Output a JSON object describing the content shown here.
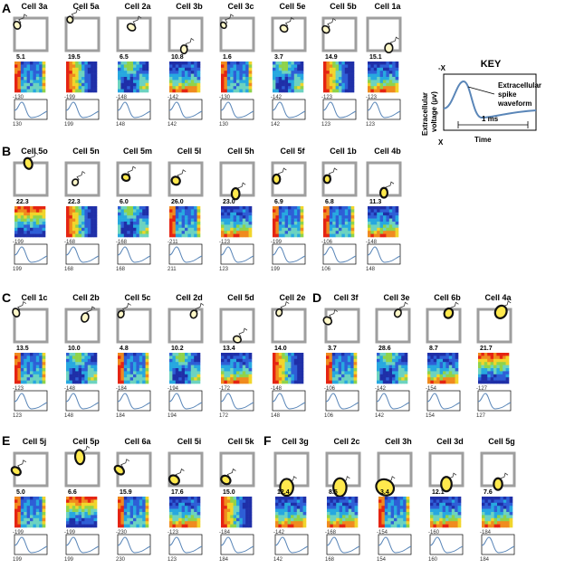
{
  "colors": {
    "arena_border": "#9e9e9e",
    "cell_fill": "#ffe94d",
    "cell_stroke": "#111111",
    "waveform": "#5a86b8",
    "ratemap_low": "#1f2fa8",
    "ratemap_high": "#e52412"
  },
  "icons": [
    "arena-icon",
    "place-cell-blob-icon",
    "electrode-tetrode-icon",
    "rate-map-icon",
    "waveform-icon"
  ],
  "panels": [
    {
      "label": "A",
      "cells": [
        {
          "name": "Cell 3a",
          "rate": "5.1",
          "wmin": "-130",
          "wmax": "130",
          "blob": [
            0.08,
            0.22,
            0.1,
            0.12,
            -0.5,
            0
          ],
          "pat": 3
        },
        {
          "name": "Cell 5a",
          "rate": "19.5",
          "wmin": "-199",
          "wmax": "199",
          "blob": [
            0.12,
            0.05,
            0.09,
            0.1,
            -0.3,
            0
          ],
          "pat": 1
        },
        {
          "name": "Cell 2a",
          "rate": "6.5",
          "wmin": "-148",
          "wmax": "148",
          "blob": [
            0.42,
            0.28,
            0.13,
            0.1,
            0.5,
            0
          ],
          "pat": 2
        },
        {
          "name": "Cell 3b",
          "rate": "10.8",
          "wmin": "-142",
          "wmax": "142",
          "blob": [
            0.45,
            0.96,
            0.1,
            0.13,
            0,
            0
          ],
          "pat": 4
        },
        {
          "name": "Cell 3c",
          "rate": "1.6",
          "wmin": "-130",
          "wmax": "130",
          "blob": [
            0.08,
            0.22,
            0.08,
            0.1,
            -0.6,
            0
          ],
          "pat": 3
        },
        {
          "name": "Cell 5e",
          "rate": "3.7",
          "wmin": "-142",
          "wmax": "142",
          "blob": [
            0.35,
            0.32,
            0.12,
            0.1,
            0.6,
            0
          ],
          "pat": 2
        },
        {
          "name": "Cell 5b",
          "rate": "14.9",
          "wmin": "-123",
          "wmax": "123",
          "blob": [
            0.08,
            0.35,
            0.1,
            0.12,
            -0.8,
            0
          ],
          "pat": 1
        },
        {
          "name": "Cell 1a",
          "rate": "15.1",
          "wmin": "-123",
          "wmax": "123",
          "blob": [
            0.65,
            0.92,
            0.12,
            0.14,
            0,
            0
          ],
          "pat": 4
        }
      ]
    },
    {
      "label": "B",
      "cells": [
        {
          "name": "Cell 5o",
          "rate": "22.3",
          "wmin": "-199",
          "wmax": "199",
          "blob": [
            0.42,
            0.02,
            0.12,
            0.17,
            -0.3,
            1
          ],
          "pat": 5
        },
        {
          "name": "Cell 5n",
          "rate": "22.3",
          "wmin": "-168",
          "wmax": "168",
          "blob": [
            0.28,
            0.6,
            0.09,
            0.1,
            0.4,
            0
          ],
          "pat": 1
        },
        {
          "name": "Cell 5m",
          "rate": "6.0",
          "wmin": "-168",
          "wmax": "168",
          "blob": [
            0.25,
            0.45,
            0.12,
            0.1,
            0.4,
            1
          ],
          "pat": 2
        },
        {
          "name": "Cell 5l",
          "rate": "26.0",
          "wmin": "-211",
          "wmax": "211",
          "blob": [
            0.2,
            0.55,
            0.13,
            0.12,
            0.6,
            1
          ],
          "pat": 3
        },
        {
          "name": "Cell 5h",
          "rate": "23.0",
          "wmin": "-123",
          "wmax": "123",
          "blob": [
            0.45,
            0.95,
            0.12,
            0.17,
            0,
            1
          ],
          "pat": 4
        },
        {
          "name": "Cell 5f",
          "rate": "6.9",
          "wmin": "-199",
          "wmax": "199",
          "blob": [
            0.12,
            0.5,
            0.11,
            0.14,
            0,
            1
          ],
          "pat": 3
        },
        {
          "name": "Cell 1b",
          "rate": "6.8",
          "wmin": "-106",
          "wmax": "106",
          "blob": [
            0.12,
            0.5,
            0.1,
            0.12,
            0,
            1
          ],
          "pat": 3
        },
        {
          "name": "Cell 4b",
          "rate": "11.3",
          "wmin": "-148",
          "wmax": "148",
          "blob": [
            0.5,
            0.92,
            0.11,
            0.15,
            0,
            1
          ],
          "pat": 4
        }
      ]
    },
    {
      "label": "C",
      "cells": [
        {
          "name": "Cell 1c",
          "rate": "13.5",
          "wmin": "-123",
          "wmax": "123",
          "blob": [
            0.05,
            0.1,
            0.1,
            0.13,
            -0.4,
            0
          ],
          "pat": 3
        },
        {
          "name": "Cell 2b",
          "rate": "10.0",
          "wmin": "-148",
          "wmax": "148",
          "blob": [
            0.58,
            0.25,
            0.11,
            0.14,
            0.3,
            0
          ],
          "pat": 2
        },
        {
          "name": "Cell 5c",
          "rate": "4.8",
          "wmin": "-184",
          "wmax": "184",
          "blob": [
            0.1,
            0.15,
            0.09,
            0.11,
            0.4,
            0
          ],
          "pat": 3
        },
        {
          "name": "Cell 2d",
          "rate": "10.2",
          "wmin": "-194",
          "wmax": "194",
          "blob": [
            0.75,
            0.15,
            0.1,
            0.12,
            0.3,
            0
          ],
          "pat": 2
        },
        {
          "name": "Cell 5d",
          "rate": "13.4",
          "wmin": "-172",
          "wmax": "172",
          "blob": [
            0.5,
            0.92,
            0.12,
            0.1,
            0.4,
            0
          ],
          "pat": 4
        },
        {
          "name": "Cell 2e",
          "rate": "14.0",
          "wmin": "-148",
          "wmax": "148",
          "blob": [
            0.2,
            0.1,
            0.09,
            0.11,
            0.2,
            0
          ],
          "pat": 1
        }
      ]
    },
    {
      "label": "D",
      "cells": [
        {
          "name": "Cell 3f",
          "rate": "3.7",
          "wmin": "-106",
          "wmax": "106",
          "blob": [
            0.05,
            0.35,
            0.13,
            0.11,
            0.6,
            0
          ],
          "pat": 3
        },
        {
          "name": "Cell 3e",
          "rate": "28.6",
          "wmin": "-142",
          "wmax": "142",
          "blob": [
            0.65,
            0.12,
            0.1,
            0.12,
            0.4,
            0
          ],
          "pat": 2
        },
        {
          "name": "Cell 6b",
          "rate": "8.7",
          "wmin": "-154",
          "wmax": "154",
          "blob": [
            0.65,
            0.12,
            0.13,
            0.15,
            0.4,
            1
          ],
          "pat": 4
        },
        {
          "name": "Cell 4a",
          "rate": "21.7",
          "wmin": "-127",
          "wmax": "127",
          "blob": [
            0.7,
            0.08,
            0.17,
            0.2,
            0.5,
            1
          ],
          "pat": 5
        }
      ]
    },
    {
      "label": "E",
      "cells": [
        {
          "name": "Cell 5j",
          "rate": "5.0",
          "wmin": "-199",
          "wmax": "199",
          "blob": [
            0.05,
            0.55,
            0.15,
            0.11,
            0.6,
            1
          ],
          "pat": 3
        },
        {
          "name": "Cell 5p",
          "rate": "6.6",
          "wmin": "-199",
          "wmax": "199",
          "blob": [
            0.42,
            0.12,
            0.14,
            0.22,
            -0.1,
            1
          ],
          "pat": 5
        },
        {
          "name": "Cell 6a",
          "rate": "15.9",
          "wmin": "-230",
          "wmax": "230",
          "blob": [
            0.05,
            0.52,
            0.16,
            0.11,
            0.7,
            1
          ],
          "pat": 3
        },
        {
          "name": "Cell 5i",
          "rate": "17.6",
          "wmin": "-123",
          "wmax": "123",
          "blob": [
            0.15,
            0.82,
            0.16,
            0.13,
            0.6,
            1
          ],
          "pat": 4
        },
        {
          "name": "Cell 5k",
          "rate": "15.0",
          "wmin": "-184",
          "wmax": "184",
          "blob": [
            0.15,
            0.82,
            0.15,
            0.12,
            0.6,
            1
          ],
          "pat": 1
        }
      ]
    },
    {
      "label": "F",
      "cells": [
        {
          "name": "Cell 3g",
          "rate": "12.4",
          "wmin": "-142",
          "wmax": "142",
          "blob": [
            0.35,
            1.05,
            0.2,
            0.26,
            0,
            1
          ],
          "pat": 4
        },
        {
          "name": "Cell 2c",
          "rate": "8.5",
          "wmin": "-168",
          "wmax": "168",
          "blob": [
            0.4,
            1.05,
            0.2,
            0.28,
            0,
            1
          ],
          "pat": 4
        },
        {
          "name": "Cell 3h",
          "rate": "3.4",
          "wmin": "-154",
          "wmax": "154",
          "blob": [
            0.2,
            1.05,
            0.28,
            0.24,
            0.5,
            1
          ],
          "pat": 3
        },
        {
          "name": "Cell 3d",
          "rate": "12.1",
          "wmin": "-160",
          "wmax": "160",
          "blob": [
            0.5,
            0.95,
            0.16,
            0.22,
            0,
            1
          ],
          "pat": 4
        },
        {
          "name": "Cell 5g",
          "rate": "7.6",
          "wmin": "-184",
          "wmax": "184",
          "blob": [
            0.5,
            0.95,
            0.13,
            0.18,
            0,
            1
          ],
          "pat": 4
        }
      ]
    }
  ],
  "key": {
    "title": "KEY",
    "neg_label": "-X",
    "pos_label": "X",
    "ylabel_line1": "Extracellular",
    "ylabel_line2": "voltage (μv)",
    "annot_line1": "Extracellular",
    "annot_line2": "spike",
    "annot_line3": "waveform",
    "scale_label": "1 ms",
    "xlabel": "Time"
  }
}
